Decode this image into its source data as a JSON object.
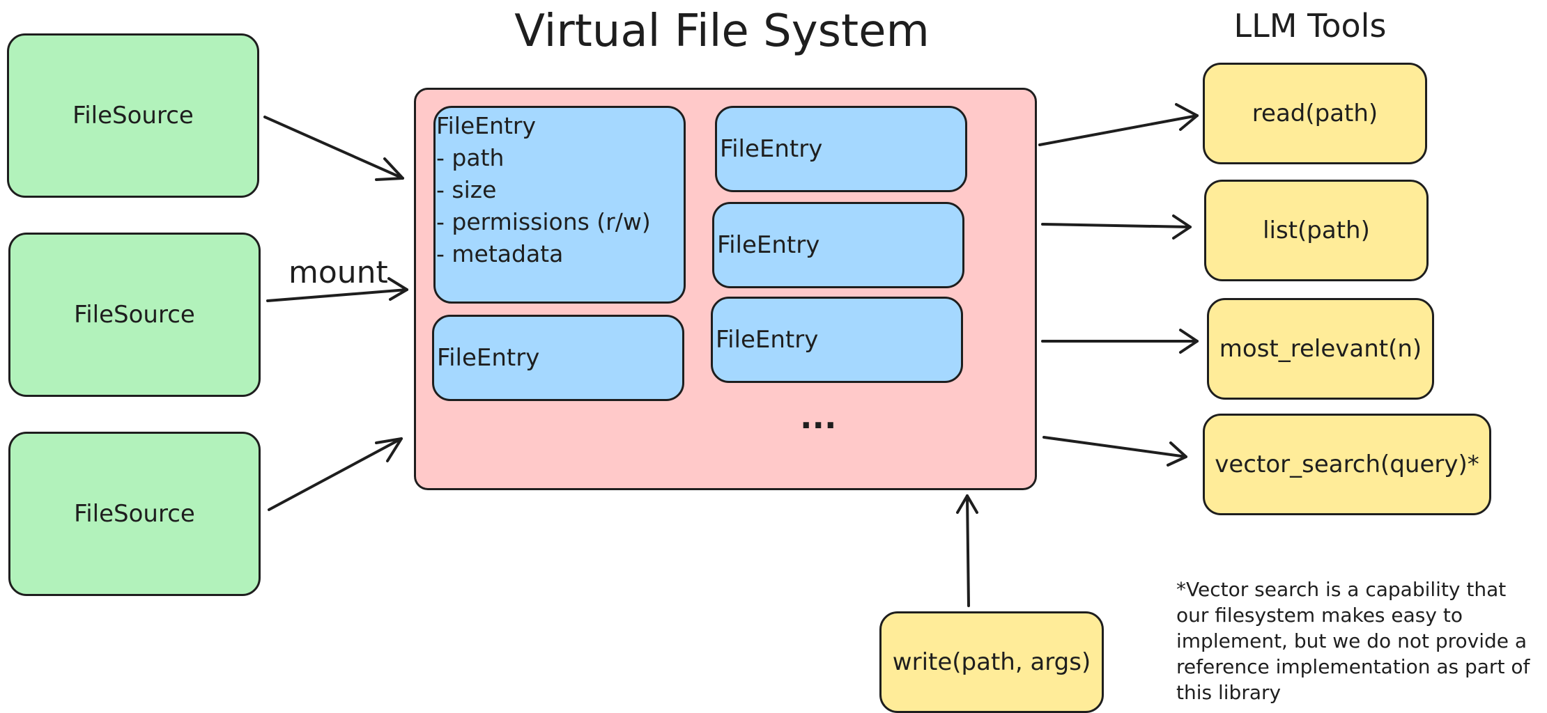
{
  "title": "Virtual File System",
  "tools_heading": "LLM Tools",
  "sources": [
    "FileSource",
    "FileSource",
    "FileSource"
  ],
  "mount_label": "mount",
  "detailed_entry": {
    "title": "FileEntry",
    "fields": [
      "- path",
      "- size",
      "- permissions (r/w)",
      "- metadata"
    ]
  },
  "entries": [
    "FileEntry",
    "FileEntry",
    "FileEntry",
    "FileEntry"
  ],
  "ellipsis": "...",
  "tools": [
    "read(path)",
    "list(path)",
    "most_relevant(n)",
    "vector_search(query)*"
  ],
  "write_tool": "write(path, args)",
  "footnote": "*Vector search is a capability that our filesystem makes easy to implement, but we do not provide a reference implementation as part of this library",
  "colors": {
    "source": "#b2f2bb",
    "vfs": "#ffc9c9",
    "entry": "#a5d8ff",
    "tool": "#ffec99"
  }
}
